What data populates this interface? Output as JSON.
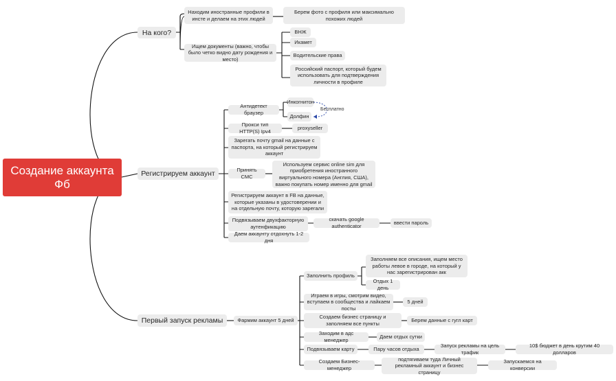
{
  "root": "Создание аккаунта Фб",
  "who": {
    "title": "На кого?",
    "a": "Находим иностранные профили в инсте и делаем на этих людей",
    "a1": "Берем фото с профиля или максимально похожих людей",
    "b": "Ищем документы (важно, чтобы было четко видно дату рождения и место)",
    "docs": [
      "ВНЖ",
      "Икамет",
      "Водительские права",
      "Российский паспорт, который будем использовать для подтверждения личности в профиле"
    ]
  },
  "reg": {
    "title": "Регистрируем аккаунт",
    "antidetect": "Антидетект браузер",
    "incognito": "Инкогнитон",
    "dolphin": "Долфин",
    "free": "Бесплатно",
    "proxy": "Прокси тип HTTP(S) Ipv4",
    "proxyseller": "proxyseller",
    "gmail": "Зарегать почту gmail на данные с паспорта, на который регистрируем аккаунт",
    "sms": "Принять СМС",
    "sms_detail": "Используем сервис online sim для приобретения иностранного виртуального номера (Англия, США), важно покупать номер именно для gmail",
    "fb": "Регистрируем аккаунт в FB на данные, которые указаны в удостоверении и на отдельную почту, которую зарегали",
    "twofa": "Подвязываем двухфакторную аутенфикацию",
    "ga": "скачать google authenticator",
    "pass": "ввести пароль",
    "rest": "Даем аккаунту отдохнуть 1-2 дня"
  },
  "ads": {
    "title": "Первый запуск рекламы",
    "farm": "Фармим аккаунт 5 дней",
    "profile": "Заполнить профиль",
    "profile_a": "Заполняем все описания, ищем место работы левое в городе, на который у нас зарегистрирован акк",
    "profile_b": "Отдых 1 день",
    "games": "Играем в игры, смотрим видео, вступаем в сообщества и лайкаем посты",
    "days5": "5 дней",
    "bizpage": "Создаем бизнес страницу и заполняем все пункты",
    "google": "Берем данные с гугл карт",
    "adsmgr": "Заходим в адс менеджер",
    "rest_day": "Даем отдых сутки",
    "card": "Подвязываем карту",
    "hours": "Пару часов отдыха",
    "traffic": "Запуск рекламы на цель трафик",
    "budget": "10$ бюджет в день крутим 40 долларов",
    "bm": "Создаем Бизнес-менеджер",
    "bm_a": "подтягиваем туда Личный рекламный аккаунт и бизнес страницу",
    "conv": "Запускаемся на конверсии"
  }
}
